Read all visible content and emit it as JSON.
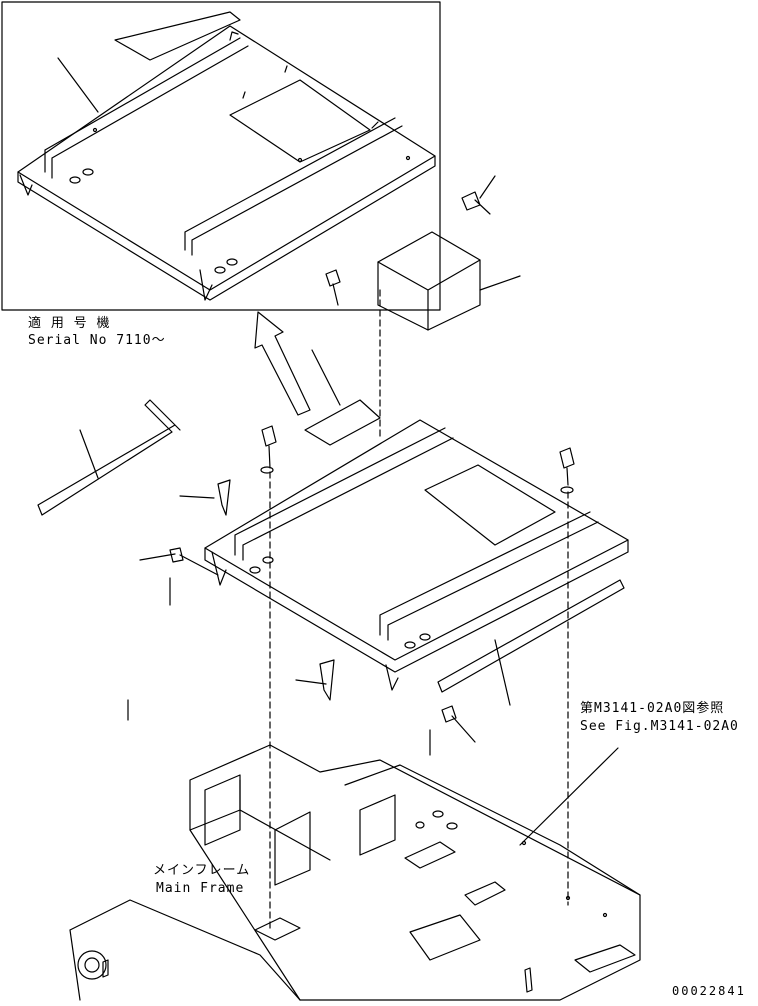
{
  "inset": {
    "serial_label_jp": "適 用 号 機",
    "serial_label_en": "Serial No 7110～"
  },
  "reference": {
    "label_jp": "第M3141-02A0図参照",
    "label_en": "See Fig.M3141-02A0"
  },
  "main_frame": {
    "label_jp": "メインフレーム",
    "label_en": "Main Frame"
  },
  "drawing_number": "00022841"
}
